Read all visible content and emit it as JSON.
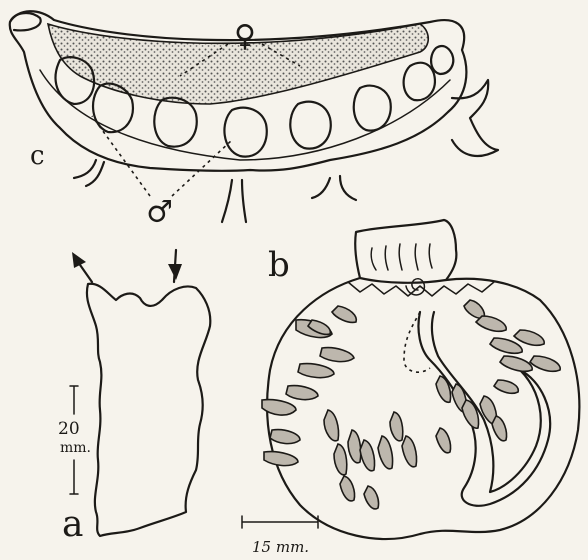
{
  "labels": {
    "c": "c",
    "a": "a",
    "b": "b",
    "female": "♀",
    "male": "♂",
    "scale_a_num": "20",
    "scale_a_unit": "mm.",
    "scale_b": "15 mm."
  },
  "colors": {
    "ink": "#1c1a17",
    "paper": "#f6f3ec",
    "stipple": "#bdb7ad"
  }
}
